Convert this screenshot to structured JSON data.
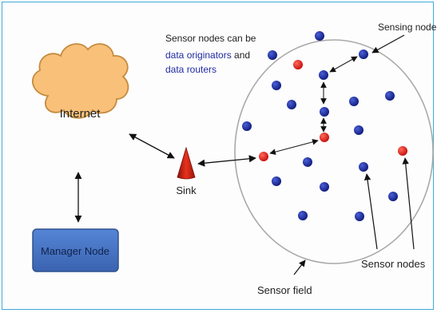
{
  "colors": {
    "frame": "#42a9d6",
    "cloud_fill": "#f9c07a",
    "cloud_stroke": "#c58b3f",
    "manager_fill": "#4472c4",
    "manager_stroke": "#2f528f",
    "sink": "#d12b1b",
    "blue_node": "#1a2a9a",
    "red_node": "#e01b1b",
    "highlight_text": "#1f2aa0",
    "field_stroke": "#a9a9a9"
  },
  "internet": {
    "label": "Internet",
    "icon": "cloud-icon"
  },
  "manager": {
    "label": "Manager Node"
  },
  "sink": {
    "label": "Sink",
    "icon": "cone-antenna-icon"
  },
  "note": {
    "line1": "Sensor nodes can be",
    "line2_highlight": "data originators",
    "line2_rest": " and",
    "line3_highlight": "data routers"
  },
  "labels": {
    "sensing_node": "Sensing node",
    "sensor_nodes": "Sensor nodes",
    "sensor_field": "Sensor field"
  }
}
